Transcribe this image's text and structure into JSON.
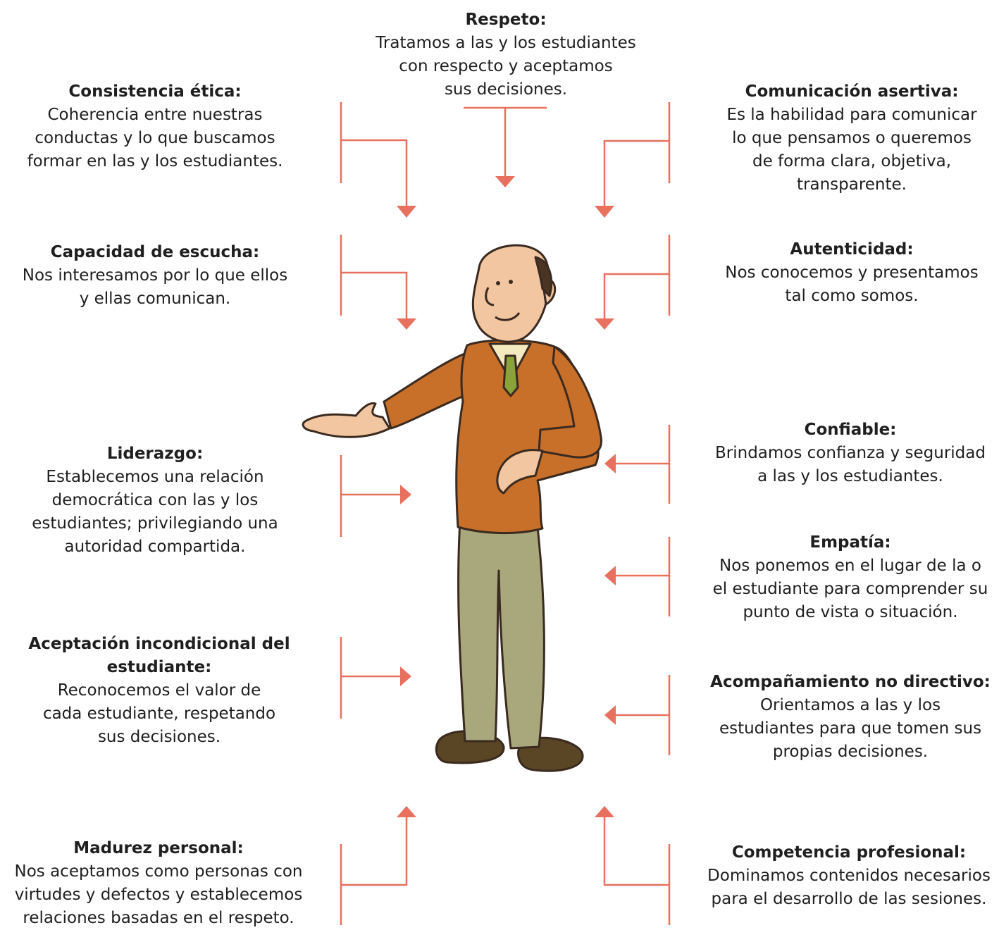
{
  "values": [
    {
      "id": "respeto",
      "title": "Respeto:",
      "text": "Tratamos a las y los estudiantes\ncon respecto y aceptamos\nsus decisiones."
    },
    {
      "id": "consistencia",
      "title": "Consistencia ética:",
      "text": "Coherencia entre nuestras\nconductas y lo que buscamos\nformar en las y los estudiantes."
    },
    {
      "id": "comunicacion",
      "title": "Comunicación asertiva:",
      "text": "Es la habilidad para comunicar\nlo que pensamos o queremos\nde forma clara, objetiva,\ntransparente."
    },
    {
      "id": "escucha",
      "title": "Capacidad de escucha:",
      "text": "Nos interesamos por lo que ellos\ny ellas comunican."
    },
    {
      "id": "autenticidad",
      "title": "Autenticidad:",
      "text": "Nos conocemos y presentamos\ntal como somos."
    },
    {
      "id": "liderazgo",
      "title": "Liderazgo:",
      "text": "Establecemos una relación\ndemocrática con las y los\nestudiantes; privilegiando una\nautoridad compartida."
    },
    {
      "id": "confiable",
      "title": "Confiable:",
      "text": "Brindamos  confianza y seguridad\na las y los estudiantes."
    },
    {
      "id": "empatia",
      "title": "Empatía:",
      "text": "Nos ponemos en el lugar de la o\nel estudiante para comprender su\npunto de vista o situación."
    },
    {
      "id": "aceptacion",
      "title": "Aceptación incondicional\ndel estudiante:",
      "text": "Reconocemos el valor de\ncada estudiante, respetando\nsus decisiones."
    },
    {
      "id": "acompanamiento",
      "title": "Acompañamiento no directivo:",
      "text": "Orientamos a las y los\nestudiantes para que tomen sus\npropias decisiones."
    },
    {
      "id": "madurez",
      "title": "Madurez personal:",
      "text": "Nos aceptamos como personas con\nvirtudes y defectos y establecemos\nrelaciones basadas en el respeto."
    },
    {
      "id": "competencia",
      "title": "Competencia profesional:",
      "text": "Dominamos contenidos necesarios\npara el desarrollo de las sesiones."
    }
  ],
  "colors": {
    "arrow": "#e8705f",
    "text": "#1f1f1f"
  },
  "icons": {
    "center": "teacher-illustration"
  }
}
